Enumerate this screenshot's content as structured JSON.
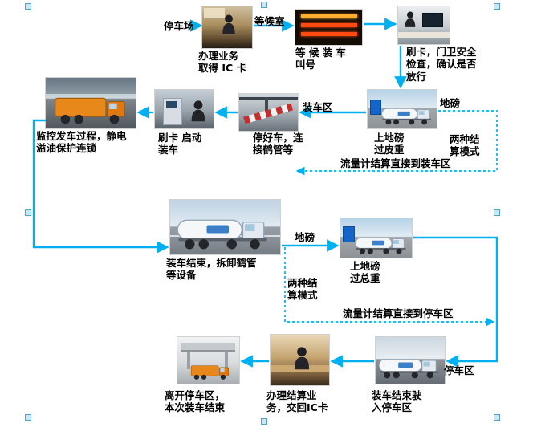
{
  "page": {
    "background": "#ffffff"
  },
  "colors": {
    "arrow": "#00b0f0",
    "text": "#000000",
    "selection_handle": "#c9e8f5"
  },
  "steps": {
    "parking_lot": "停车场",
    "get_card": "办理业务\n取得 IC 卡",
    "waiting_room": "等候室",
    "wait_for_call": "等 候 装 车\n叫号",
    "gate_check": "刷卡，门卫安全\n检查，确认是否\n放行",
    "weighbridge1": "地磅",
    "tare_weigh": "上地磅\n过皮重",
    "two_modes_1": "两种结\n算模式",
    "flow_meter_to_loading": "流量计结算直接到装车区",
    "loading_area": "装车区",
    "park_and_connect": "停好车，连\n接鹤管等",
    "swipe_to_start": "刷卡 启动\n装车",
    "monitor_loading": "监控发车过程，静电\n溢油保护连锁",
    "finish_disconnect": "装车结束，拆卸鹤管\n等设备",
    "weighbridge2": "地磅",
    "gross_weigh": "上地磅\n过总重",
    "two_modes_2": "两种结\n算模式",
    "flow_meter_to_parking": "流量计结算直接到停车区",
    "parking_area": "停车区",
    "drive_to_parking": "装车结束驶\n入停车区",
    "settlement_return_card": "办理结算业\n务，交回IC卡",
    "leave_parking": "离开停车区，\n本次装车结束"
  }
}
